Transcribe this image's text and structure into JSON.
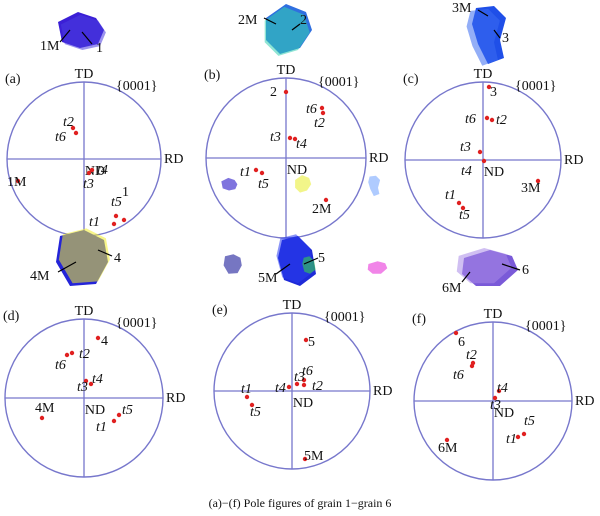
{
  "caption": "(a)−(f) Pole figures of grain 1−grain 6",
  "panels": [
    {
      "id": "a",
      "panel_label": "(a)",
      "td": "TD",
      "rd": "RD",
      "nd": "ND",
      "family": "{0001}",
      "grain": {
        "colors": [
          "#3b1fd6",
          "#4b3de0",
          "#2a18c8"
        ],
        "labels": [
          "1M",
          "1"
        ]
      },
      "points": [
        {
          "label": "t2",
          "italic": true
        },
        {
          "label": "t6",
          "italic": true
        },
        {
          "label": "t4",
          "italic": true
        },
        {
          "label": "t3",
          "italic": true
        },
        {
          "label": "1M",
          "italic": false
        },
        {
          "label": "t5",
          "italic": true
        },
        {
          "label": "t1",
          "italic": true
        },
        {
          "label": "1",
          "italic": false
        }
      ]
    },
    {
      "id": "b",
      "panel_label": "(b)",
      "td": "TD",
      "rd": "RD",
      "nd": "ND",
      "family": "{0001}",
      "grain": {
        "colors": [
          "#2f6fe0",
          "#33d0b0",
          "#e9ef3a"
        ],
        "labels": [
          "2M",
          "2"
        ]
      },
      "points": [
        {
          "label": "2",
          "italic": false
        },
        {
          "label": "t6",
          "italic": true
        },
        {
          "label": "t2",
          "italic": true
        },
        {
          "label": "t3",
          "italic": true
        },
        {
          "label": "t4",
          "italic": true
        },
        {
          "label": "t1",
          "italic": true
        },
        {
          "label": "t5",
          "italic": true
        },
        {
          "label": "2M",
          "italic": false
        }
      ]
    },
    {
      "id": "c",
      "panel_label": "(c)",
      "td": "TD",
      "rd": "RD",
      "nd": "ND",
      "family": "{0001}",
      "grain": {
        "colors": [
          "#1f4fe8",
          "#3a6cf0",
          "#7aa8ff"
        ],
        "labels": [
          "3M",
          "3"
        ]
      },
      "points": [
        {
          "label": "3",
          "italic": false
        },
        {
          "label": "t6",
          "italic": true
        },
        {
          "label": "t2",
          "italic": true
        },
        {
          "label": "t3",
          "italic": true
        },
        {
          "label": "t4",
          "italic": true
        },
        {
          "label": "t1",
          "italic": true
        },
        {
          "label": "t5",
          "italic": true
        },
        {
          "label": "3M",
          "italic": false
        }
      ]
    },
    {
      "id": "d",
      "panel_label": "(d)",
      "td": "TD",
      "rd": "RD",
      "nd": "ND",
      "family": "{0001}",
      "grain": {
        "colors": [
          "#2424d8",
          "#f2ee2a",
          "#1a1a9a"
        ],
        "labels": [
          "4M",
          "4"
        ]
      },
      "points": [
        {
          "label": "4",
          "italic": false
        },
        {
          "label": "t6",
          "italic": true
        },
        {
          "label": "t2",
          "italic": true
        },
        {
          "label": "t3",
          "italic": true
        },
        {
          "label": "t4",
          "italic": true
        },
        {
          "label": "t1",
          "italic": true
        },
        {
          "label": "t5",
          "italic": true
        },
        {
          "label": "4M",
          "italic": false
        }
      ]
    },
    {
      "id": "e",
      "panel_label": "(e)",
      "td": "TD",
      "rd": "RD",
      "nd": "ND",
      "family": "{0001}",
      "grain": {
        "colors": [
          "#1e2ad8",
          "#2a3cf0",
          "#33d24a"
        ],
        "labels": [
          "5M",
          "5"
        ]
      },
      "points": [
        {
          "label": "5",
          "italic": false
        },
        {
          "label": "t6",
          "italic": true
        },
        {
          "label": "t2",
          "italic": true
        },
        {
          "label": "t4",
          "italic": true
        },
        {
          "label": "t3",
          "italic": true
        },
        {
          "label": "t1",
          "italic": true
        },
        {
          "label": "t5",
          "italic": true
        },
        {
          "label": "5M",
          "italic": false
        }
      ]
    },
    {
      "id": "f",
      "panel_label": "(f)",
      "td": "TD",
      "rd": "RD",
      "nd": "ND",
      "family": "{0001}",
      "grain": {
        "colors": [
          "#7a5ad8",
          "#a98ae8",
          "#e834d8"
        ],
        "labels": [
          "6M",
          "6"
        ]
      },
      "points": [
        {
          "label": "6",
          "italic": false
        },
        {
          "label": "t2",
          "italic": true
        },
        {
          "label": "t6",
          "italic": true
        },
        {
          "label": "t4",
          "italic": true
        },
        {
          "label": "t3",
          "italic": true
        },
        {
          "label": "t5",
          "italic": true
        },
        {
          "label": "t1",
          "italic": true
        },
        {
          "label": "6M",
          "italic": false
        }
      ]
    }
  ],
  "colors": {
    "pole": "#e02020",
    "circle": "#7777cc",
    "text": "#111111"
  }
}
